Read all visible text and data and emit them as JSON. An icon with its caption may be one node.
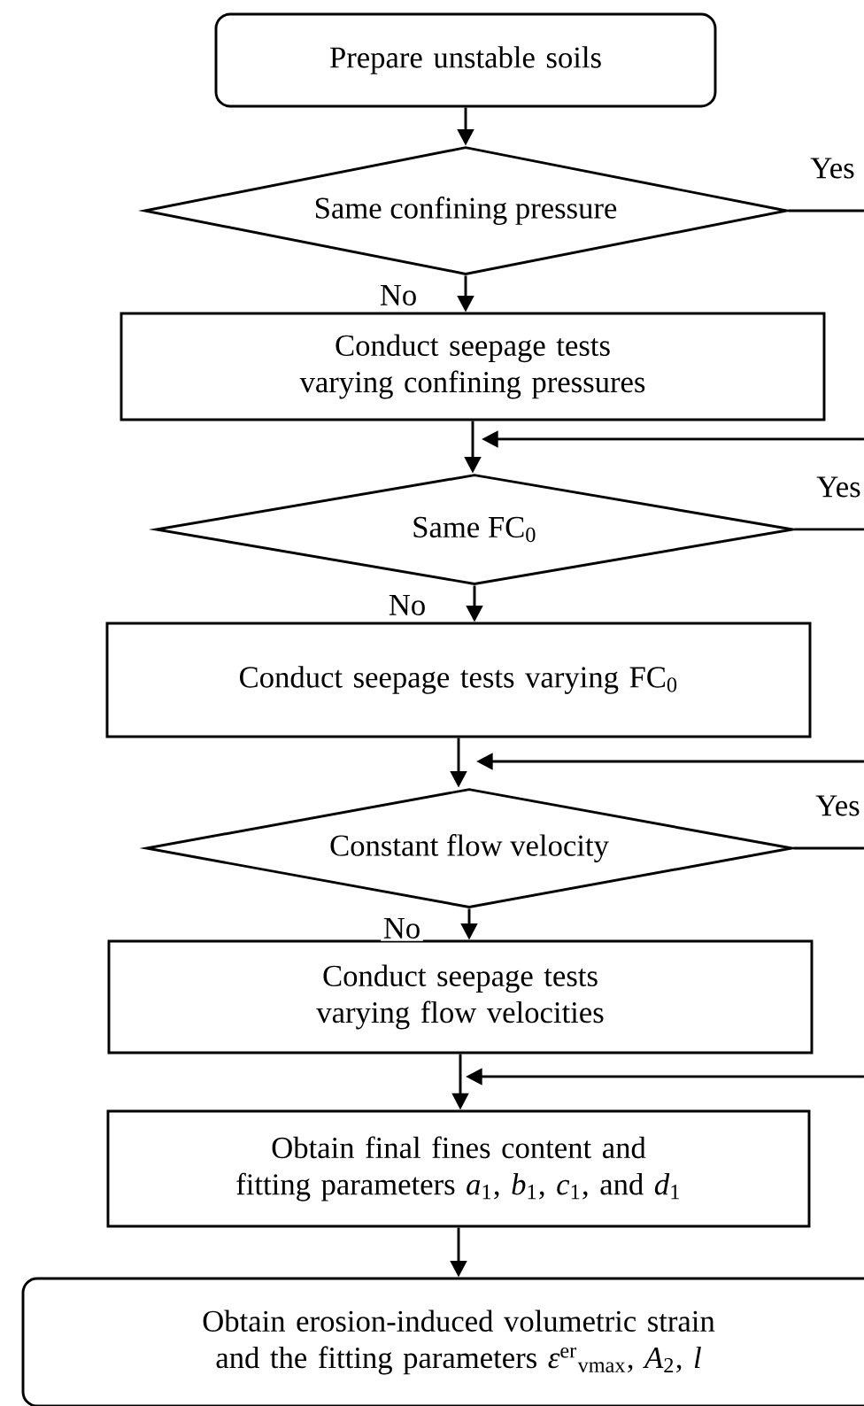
{
  "diagram": {
    "nodes": [
      {
        "text": [
          "Prepare unstable soils"
        ]
      },
      {
        "text": [
          "Same confining pressure"
        ]
      },
      {
        "text": [
          "Conduct seepage tests varying confining pressures"
        ]
      },
      {
        "text": [
          "Same FC$_{0}$"
        ]
      },
      {
        "text": [
          "Conduct seepage tests varying FC$_{0}$"
        ]
      },
      {
        "text": [
          "Constant flow velocity"
        ]
      },
      {
        "text": [
          "Conduct seepage tests varying flow velocities"
        ]
      },
      {
        "text": [
          "Obtain final fines content and fitting parameters *a*$_{1}$, *b*$_{1}$, *c*$_{1}$, and *d*$_{1}$"
        ]
      },
      {
        "text": [
          "Obtain erosion-induced volumetric strain and the fitting parameters *ε*$^{er}$$_{vmax}$, *A*$_{2}$, *l*"
        ]
      }
    ],
    "edges": [
      {
        "from": 0,
        "to": 1,
        "arrow": "to"
      },
      {
        "from": 1,
        "to": 2,
        "arrow": "to",
        "label": "No"
      },
      {
        "from": 2,
        "to": 3,
        "arrow": "to"
      },
      {
        "from": 3,
        "to": 4,
        "arrow": "to",
        "label": "No"
      },
      {
        "from": 4,
        "to": 5,
        "arrow": "to"
      },
      {
        "from": 5,
        "to": 6,
        "arrow": "to",
        "label": "No"
      },
      {
        "from": 6,
        "to": 7,
        "arrow": "to"
      },
      {
        "from": 7,
        "to": 8,
        "arrow": "to"
      },
      {
        "from": 1,
        "to": null,
        "arrow": "none",
        "label": "Yes"
      },
      {
        "from": null,
        "to": 3,
        "arrow": "to"
      },
      {
        "from": 3,
        "to": null,
        "arrow": "none",
        "label": "Yes"
      },
      {
        "from": null,
        "to": 5,
        "arrow": "to"
      },
      {
        "from": 5,
        "to": null,
        "arrow": "none",
        "label": "Yes"
      },
      {
        "from": null,
        "to": 7,
        "arrow": "to"
      }
    ]
  }
}
